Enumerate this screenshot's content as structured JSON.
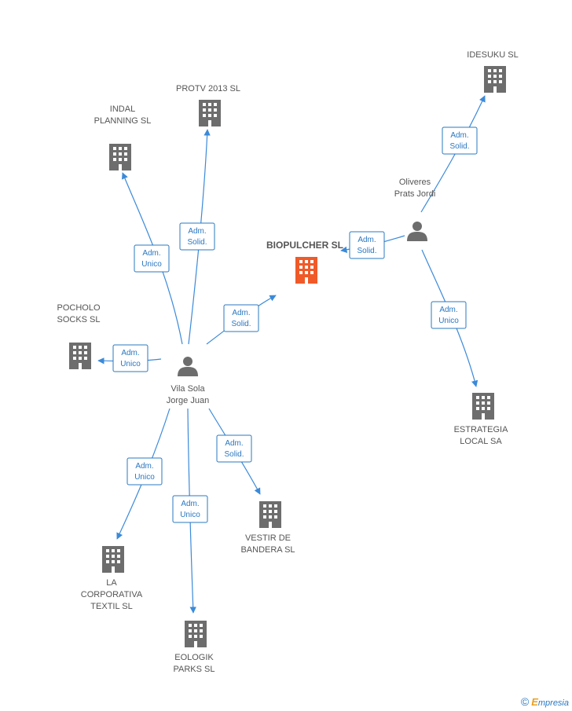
{
  "colors": {
    "edge": "#3b8ad9",
    "edge_label": "#2a78c2",
    "company_icon": "#6d6d6d",
    "center_icon": "#f05a28",
    "person_icon": "#6d6d6d",
    "text": "#555555"
  },
  "center": {
    "id": "biopulcher",
    "name": "BIOPULCHER SL"
  },
  "nodes": [
    {
      "id": "biopulcher",
      "type": "center",
      "lines": [
        "BIOPULCHER SL"
      ]
    },
    {
      "id": "vila",
      "type": "person",
      "lines": [
        "Vila Sola",
        "Jorge Juan"
      ]
    },
    {
      "id": "oliveres",
      "type": "person",
      "lines": [
        "Oliveres",
        "Prats Jordi"
      ]
    },
    {
      "id": "idesuku",
      "type": "company",
      "lines": [
        "IDESUKU  SL"
      ]
    },
    {
      "id": "protv",
      "type": "company",
      "lines": [
        "PROTV 2013  SL"
      ]
    },
    {
      "id": "indal",
      "type": "company",
      "lines": [
        "INDAL",
        "PLANNING SL"
      ]
    },
    {
      "id": "pocholo",
      "type": "company",
      "lines": [
        "POCHOLO",
        "SOCKS SL"
      ]
    },
    {
      "id": "estrategia",
      "type": "company",
      "lines": [
        "ESTRATEGIA",
        "LOCAL SA"
      ]
    },
    {
      "id": "vestir",
      "type": "company",
      "lines": [
        "VESTIR DE",
        "BANDERA  SL"
      ]
    },
    {
      "id": "corporativa",
      "type": "company",
      "lines": [
        "LA",
        "CORPORATIVA",
        "TEXTIL SL"
      ]
    },
    {
      "id": "eologik",
      "type": "company",
      "lines": [
        "EOLOGIK",
        "PARKS SL"
      ]
    }
  ],
  "edges": [
    {
      "from": "vila",
      "to": "biopulcher",
      "label": [
        "Adm.",
        "Solid."
      ]
    },
    {
      "from": "vila",
      "to": "protv",
      "label": [
        "Adm.",
        "Solid."
      ]
    },
    {
      "from": "vila",
      "to": "indal",
      "label": [
        "Adm.",
        "Unico"
      ]
    },
    {
      "from": "vila",
      "to": "pocholo",
      "label": [
        "Adm.",
        "Unico"
      ]
    },
    {
      "from": "vila",
      "to": "corporativa",
      "label": [
        "Adm.",
        "Unico"
      ]
    },
    {
      "from": "vila",
      "to": "eologik",
      "label": [
        "Adm.",
        "Unico"
      ]
    },
    {
      "from": "vila",
      "to": "vestir",
      "label": [
        "Adm.",
        "Solid."
      ]
    },
    {
      "from": "oliveres",
      "to": "biopulcher",
      "label": [
        "Adm.",
        "Solid."
      ]
    },
    {
      "from": "oliveres",
      "to": "idesuku",
      "label": [
        "Adm.",
        "Solid."
      ]
    },
    {
      "from": "oliveres",
      "to": "estrategia",
      "label": [
        "Adm.",
        "Unico"
      ]
    }
  ],
  "brand": {
    "copyright": "©",
    "first_letter": "E",
    "rest": "mpresia"
  }
}
